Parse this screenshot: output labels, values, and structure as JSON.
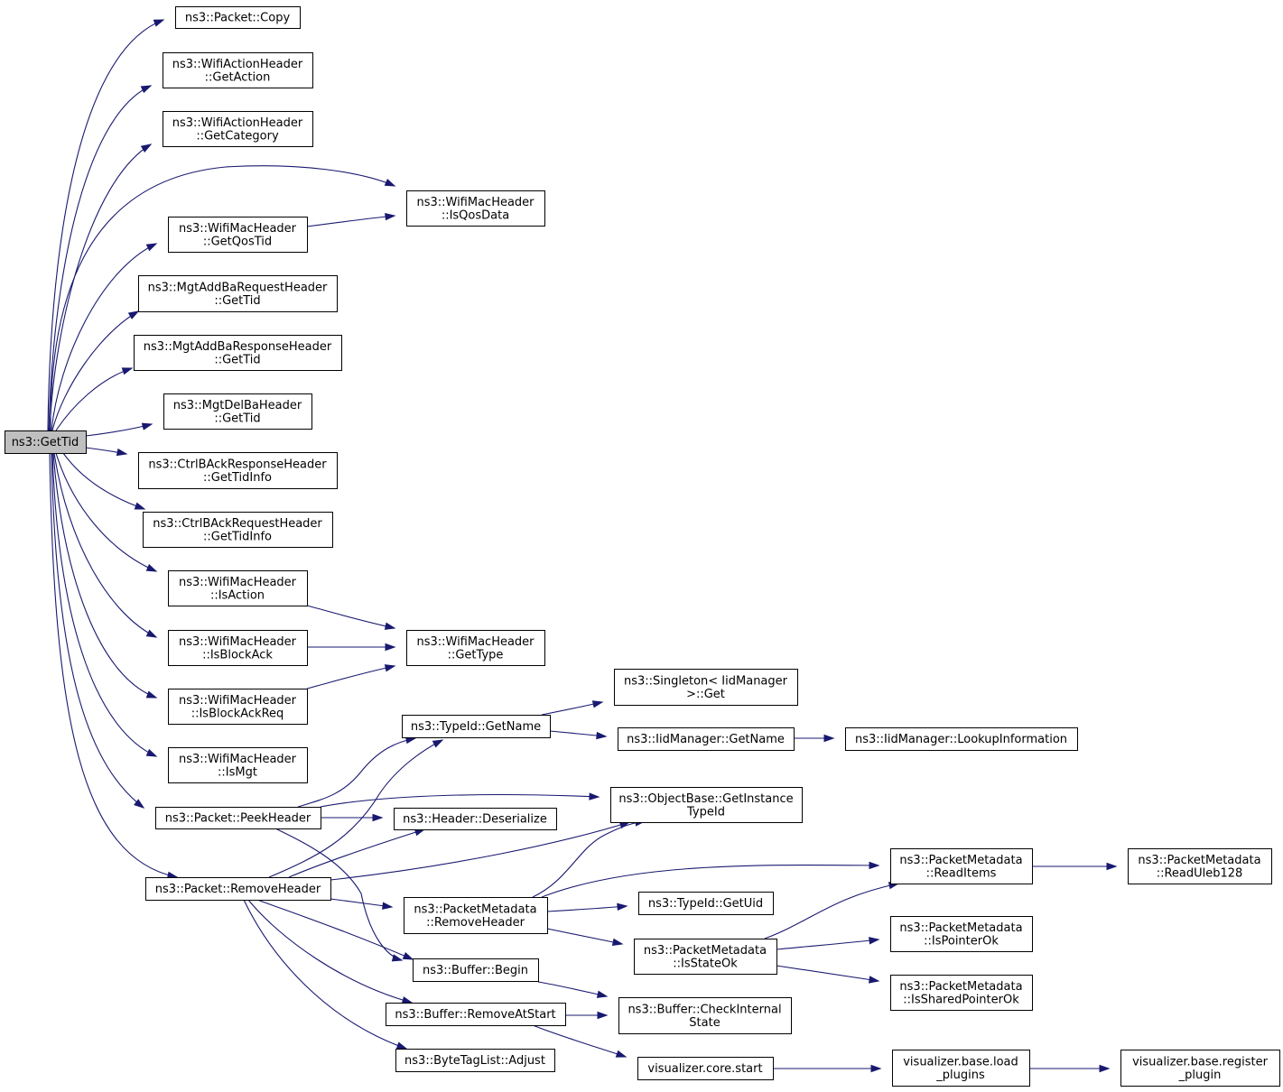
{
  "nodes": [
    {
      "id": "gettid",
      "lines": [
        "ns3::GetTid"
      ],
      "root": true
    },
    {
      "id": "copy",
      "lines": [
        "ns3::Packet::Copy"
      ]
    },
    {
      "id": "getaction",
      "lines": [
        "ns3::WifiActionHeader",
        "::GetAction"
      ]
    },
    {
      "id": "getcategory",
      "lines": [
        "ns3::WifiActionHeader",
        "::GetCategory"
      ]
    },
    {
      "id": "isqosdata",
      "lines": [
        "ns3::WifiMacHeader",
        "::IsQosData"
      ]
    },
    {
      "id": "getqostid",
      "lines": [
        "ns3::WifiMacHeader",
        "::GetQosTid"
      ]
    },
    {
      "id": "addbareq",
      "lines": [
        "ns3::MgtAddBaRequestHeader",
        "::GetTid"
      ]
    },
    {
      "id": "addbaresp",
      "lines": [
        "ns3::MgtAddBaResponseHeader",
        "::GetTid"
      ]
    },
    {
      "id": "delba",
      "lines": [
        "ns3::MgtDelBaHeader",
        "::GetTid"
      ]
    },
    {
      "id": "ctrlresp",
      "lines": [
        "ns3::CtrlBAckResponseHeader",
        "::GetTidInfo"
      ]
    },
    {
      "id": "ctrlreq",
      "lines": [
        "ns3::CtrlBAckRequestHeader",
        "::GetTidInfo"
      ]
    },
    {
      "id": "isaction",
      "lines": [
        "ns3::WifiMacHeader",
        "::IsAction"
      ]
    },
    {
      "id": "gettype",
      "lines": [
        "ns3::WifiMacHeader",
        "::GetType"
      ]
    },
    {
      "id": "isblockack",
      "lines": [
        "ns3::WifiMacHeader",
        "::IsBlockAck"
      ]
    },
    {
      "id": "isblockackreq",
      "lines": [
        "ns3::WifiMacHeader",
        "::IsBlockAckReq"
      ]
    },
    {
      "id": "ismgt",
      "lines": [
        "ns3::WifiMacHeader",
        "::IsMgt"
      ]
    },
    {
      "id": "singleton",
      "lines": [
        "ns3::Singleton< IidManager",
        ">::Get"
      ]
    },
    {
      "id": "typeidgetname",
      "lines": [
        "ns3::TypeId::GetName"
      ]
    },
    {
      "id": "iidgetname",
      "lines": [
        "ns3::IidManager::GetName"
      ]
    },
    {
      "id": "lookup",
      "lines": [
        "ns3::IidManager::LookupInformation"
      ]
    },
    {
      "id": "peekheader",
      "lines": [
        "ns3::Packet::PeekHeader"
      ]
    },
    {
      "id": "getinstance",
      "lines": [
        "ns3::ObjectBase::GetInstance",
        "TypeId"
      ]
    },
    {
      "id": "deserialize",
      "lines": [
        "ns3::Header::Deserialize"
      ]
    },
    {
      "id": "readitems",
      "lines": [
        "ns3::PacketMetadata",
        "::ReadItems"
      ]
    },
    {
      "id": "readuleb",
      "lines": [
        "ns3::PacketMetadata",
        "::ReadUleb128"
      ]
    },
    {
      "id": "removeheader",
      "lines": [
        "ns3::Packet::RemoveHeader"
      ]
    },
    {
      "id": "pmremoveheader",
      "lines": [
        "ns3::PacketMetadata",
        "::RemoveHeader"
      ]
    },
    {
      "id": "getuid",
      "lines": [
        "ns3::TypeId::GetUid"
      ]
    },
    {
      "id": "ispointerok",
      "lines": [
        "ns3::PacketMetadata",
        "::IsPointerOk"
      ]
    },
    {
      "id": "isstateok",
      "lines": [
        "ns3::PacketMetadata",
        "::IsStateOk"
      ]
    },
    {
      "id": "begin",
      "lines": [
        "ns3::Buffer::Begin"
      ]
    },
    {
      "id": "issharedptr",
      "lines": [
        "ns3::PacketMetadata",
        "::IsSharedPointerOk"
      ]
    },
    {
      "id": "removeatstart",
      "lines": [
        "ns3::Buffer::RemoveAtStart"
      ]
    },
    {
      "id": "checkinternal",
      "lines": [
        "ns3::Buffer::CheckInternal",
        "State"
      ]
    },
    {
      "id": "adjust",
      "lines": [
        "ns3::ByteTagList::Adjust"
      ]
    },
    {
      "id": "vizstart",
      "lines": [
        "visualizer.core.start"
      ]
    },
    {
      "id": "loadplugins",
      "lines": [
        "visualizer.base.load",
        "_plugins"
      ]
    },
    {
      "id": "registerplugin",
      "lines": [
        "visualizer.base.register",
        "_plugin"
      ]
    }
  ],
  "edges": [
    [
      "gettid",
      "copy"
    ],
    [
      "gettid",
      "getaction"
    ],
    [
      "gettid",
      "getcategory"
    ],
    [
      "gettid",
      "isqosdata"
    ],
    [
      "gettid",
      "getqostid"
    ],
    [
      "getqostid",
      "isqosdata"
    ],
    [
      "gettid",
      "addbareq"
    ],
    [
      "gettid",
      "addbaresp"
    ],
    [
      "gettid",
      "delba"
    ],
    [
      "gettid",
      "ctrlresp"
    ],
    [
      "gettid",
      "ctrlreq"
    ],
    [
      "gettid",
      "isaction"
    ],
    [
      "isaction",
      "gettype"
    ],
    [
      "gettid",
      "isblockack"
    ],
    [
      "isblockack",
      "gettype"
    ],
    [
      "gettid",
      "isblockackreq"
    ],
    [
      "isblockackreq",
      "gettype"
    ],
    [
      "gettid",
      "ismgt"
    ],
    [
      "gettid",
      "peekheader"
    ],
    [
      "gettid",
      "removeheader"
    ],
    [
      "typeidgetname",
      "singleton"
    ],
    [
      "typeidgetname",
      "iidgetname"
    ],
    [
      "iidgetname",
      "lookup"
    ],
    [
      "peekheader",
      "typeidgetname"
    ],
    [
      "peekheader",
      "getinstance"
    ],
    [
      "peekheader",
      "deserialize"
    ],
    [
      "peekheader",
      "begin"
    ],
    [
      "removeheader",
      "typeidgetname"
    ],
    [
      "removeheader",
      "getinstance"
    ],
    [
      "removeheader",
      "deserialize"
    ],
    [
      "removeheader",
      "pmremoveheader"
    ],
    [
      "removeheader",
      "begin"
    ],
    [
      "removeheader",
      "removeatstart"
    ],
    [
      "removeheader",
      "adjust"
    ],
    [
      "pmremoveheader",
      "getinstance"
    ],
    [
      "pmremoveheader",
      "readitems"
    ],
    [
      "pmremoveheader",
      "getuid"
    ],
    [
      "pmremoveheader",
      "isstateok"
    ],
    [
      "readitems",
      "readuleb"
    ],
    [
      "isstateok",
      "readitems"
    ],
    [
      "isstateok",
      "ispointerok"
    ],
    [
      "isstateok",
      "issharedptr"
    ],
    [
      "begin",
      "checkinternal"
    ],
    [
      "removeatstart",
      "checkinternal"
    ],
    [
      "removeatstart",
      "vizstart"
    ],
    [
      "vizstart",
      "loadplugins"
    ],
    [
      "loadplugins",
      "registerplugin"
    ]
  ]
}
